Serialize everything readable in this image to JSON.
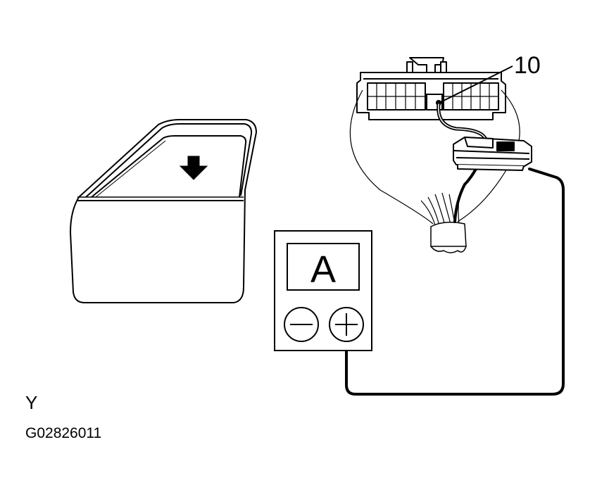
{
  "pin_label": "10",
  "meter": {
    "display": "A",
    "minus_symbol": "−",
    "plus_symbol": "+"
  },
  "view_label": "Y",
  "figure_code": "G02826011",
  "colors": {
    "line": "#000000",
    "background": "#ffffff"
  }
}
